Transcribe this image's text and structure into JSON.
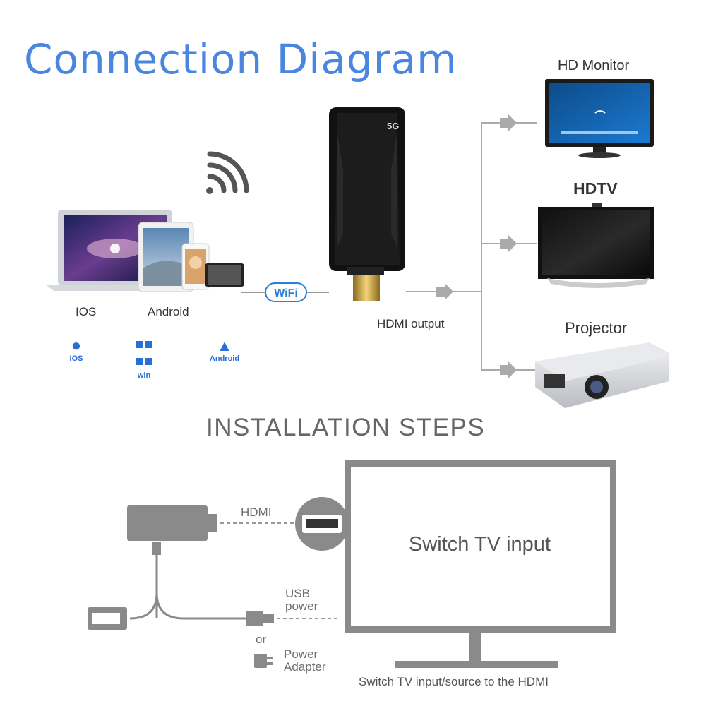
{
  "title": "Connection Diagram",
  "sources": {
    "ios_label": "IOS",
    "android_label": "Android",
    "os_icons": [
      {
        "name": "apple-icon",
        "label": "IOS"
      },
      {
        "name": "windows-icon",
        "label": "win"
      },
      {
        "name": "android-icon",
        "label": "Android"
      }
    ],
    "wifi_badge": "WiFi"
  },
  "dongle": {
    "badge": "5G",
    "output_label": "HDMI output"
  },
  "outputs": [
    {
      "label": "HD Monitor"
    },
    {
      "label": "HDTV"
    },
    {
      "label": "Projector"
    }
  ],
  "installation": {
    "heading": "INSTALLATION  STEPS",
    "hdmi_label": "HDMI",
    "usb_power_label_line1": "USB",
    "usb_power_label_line2": "power",
    "or_label": "or",
    "power_adapter_line1": "Power",
    "power_adapter_line2": "Adapter",
    "tv_text": "Switch TV input",
    "caption": "Switch TV input/source to the HDMI"
  },
  "colors": {
    "title": "#4a86e0",
    "wifi": "#2a7fd6",
    "diagram_gray": "#8a8a8a"
  }
}
